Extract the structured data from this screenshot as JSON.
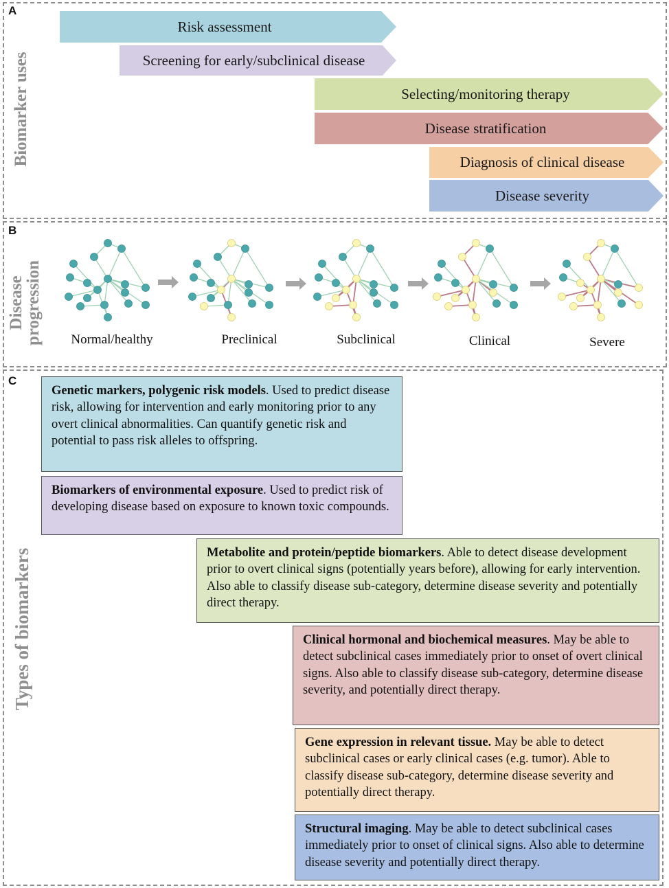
{
  "panel_a": {
    "letter": "A",
    "vertical_label": "Biomarker uses",
    "uses": [
      {
        "label": "Risk assessment",
        "color": "#a8d3df"
      },
      {
        "label": "Screening for early/subclinical disease",
        "color": "#d4cde4"
      },
      {
        "label": "Selecting/monitoring therapy",
        "color": "#d4e0a9"
      },
      {
        "label": "Disease stratification",
        "color": "#d4a09c"
      },
      {
        "label": "Diagnosis of clinical disease",
        "color": "#f6cfa4"
      },
      {
        "label": "Disease severity",
        "color": "#a9bddf"
      }
    ]
  },
  "panel_b": {
    "letter": "B",
    "vertical_label_line1": "Disease",
    "vertical_label_line2": "progression",
    "stages": [
      "Normal/healthy",
      "Preclinical",
      "Subclinical",
      "Clinical",
      "Severe"
    ],
    "colors": {
      "healthy_node": "#4aa8ab",
      "affected_node": "#fbf6b3",
      "normal_edge": "#9fd1b2",
      "affected_edge": "#b97a86",
      "arrow": "#a6a6a6"
    }
  },
  "panel_c": {
    "letter": "C",
    "vertical_label": "Types of biomarkers",
    "types": [
      {
        "title": "Genetic markers, polygenic risk models",
        "description": ". Used to predict disease risk, allowing for intervention and early monitoring prior to any overt clinical abnormalities. Can quantify genetic risk and potential to pass risk alleles to offspring.",
        "color": "#bcdde6"
      },
      {
        "title": "Biomarkers of environmental exposure",
        "description": ". Used to predict risk of developing disease based on exposure to known toxic compounds.",
        "color": "#d8d0e6"
      },
      {
        "title": "Metabolite and protein/peptide biomarkers",
        "description": ". Able to detect disease development prior to overt clinical signs (potentially years before), allowing for early intervention. Also able to classify disease sub-category, determine disease severity and potentially direct therapy.",
        "color": "#dde7c4"
      },
      {
        "title": "Clinical hormonal and biochemical measures",
        "description": ". May be able to detect subclinical cases immediately prior to onset of overt clinical signs. Also able to classify disease sub-category, determine disease severity, and potentially direct therapy.",
        "color": "#e3c1c0"
      },
      {
        "title": "Gene expression in relevant tissue.",
        "description": "  May be able to detect subclinical cases or early clinical cases (e.g. tumor). Able to classify disease sub-category, determine disease severity and potentially direct therapy.",
        "color": "#f7dec1"
      },
      {
        "title": "Structural imaging",
        "description": ". May be able to detect subclinical cases immediately prior to onset of clinical signs. Also able to determine disease severity and potentially direct therapy.",
        "color": "#a8bfe3"
      }
    ]
  }
}
